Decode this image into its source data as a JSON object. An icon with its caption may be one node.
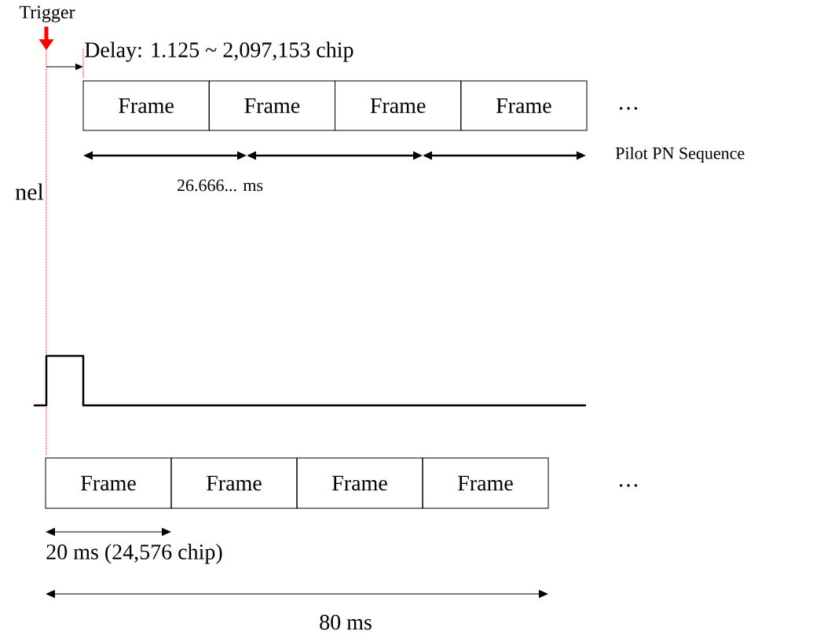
{
  "diagram": {
    "nodes": [
      {
        "text": [
          "Frame"
        ]
      },
      {
        "text": [
          "Frame"
        ]
      },
      {
        "text": [
          "Frame"
        ]
      },
      {
        "text": [
          "Frame"
        ]
      },
      {
        "text": [
          "Frame"
        ]
      },
      {
        "text": [
          "Frame"
        ]
      },
      {
        "text": [
          "Frame"
        ]
      },
      {
        "text": [
          "Frame"
        ]
      }
    ],
    "labels": [
      "Trigger",
      "Delay: 1.125 ~ 2,097,153 chip",
      "…",
      "Pilot PN Sequence",
      "26.666... ms",
      "nel",
      "…",
      "20 ms (24,576 chip)",
      "80 ms"
    ]
  }
}
